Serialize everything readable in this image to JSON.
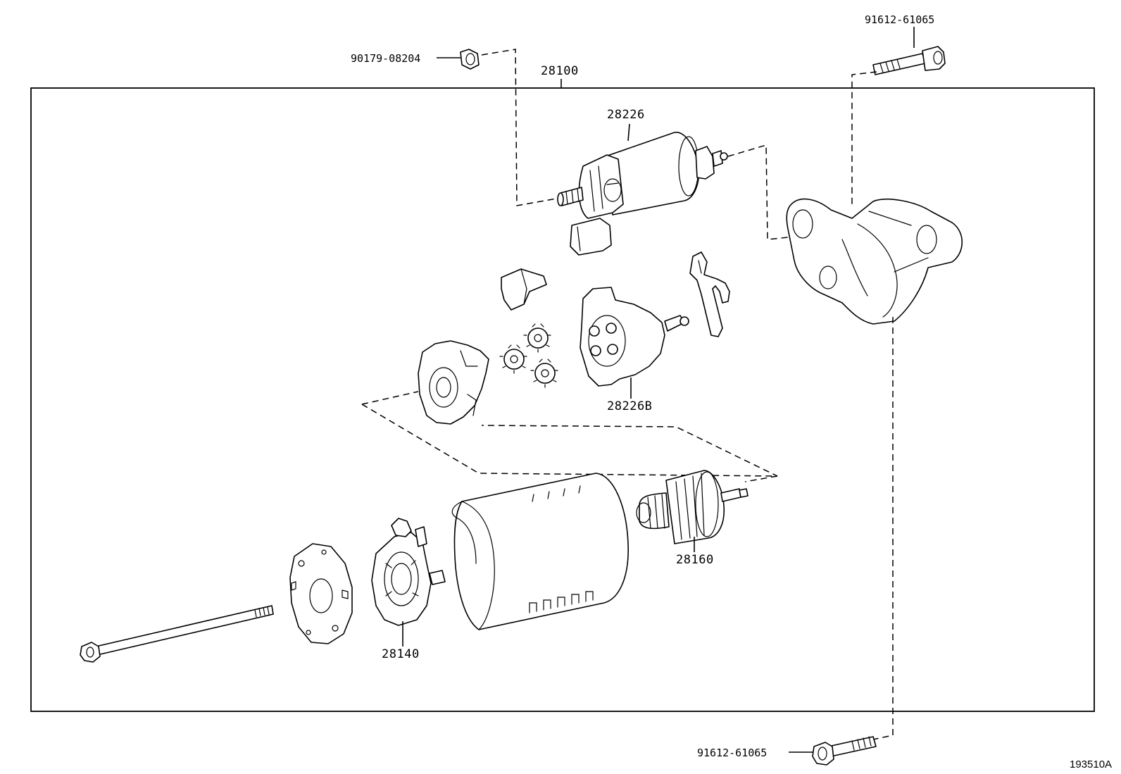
{
  "diagram": {
    "assembly_label": "28100",
    "figure_ref": "193510A",
    "parts": {
      "nut": "90179-08204",
      "bolt_top": "91612-61065",
      "bolt_bottom": "91612-61065",
      "solenoid": "28226",
      "planetary": "28226B",
      "armature": "28160",
      "brush_holder": "28140"
    }
  }
}
